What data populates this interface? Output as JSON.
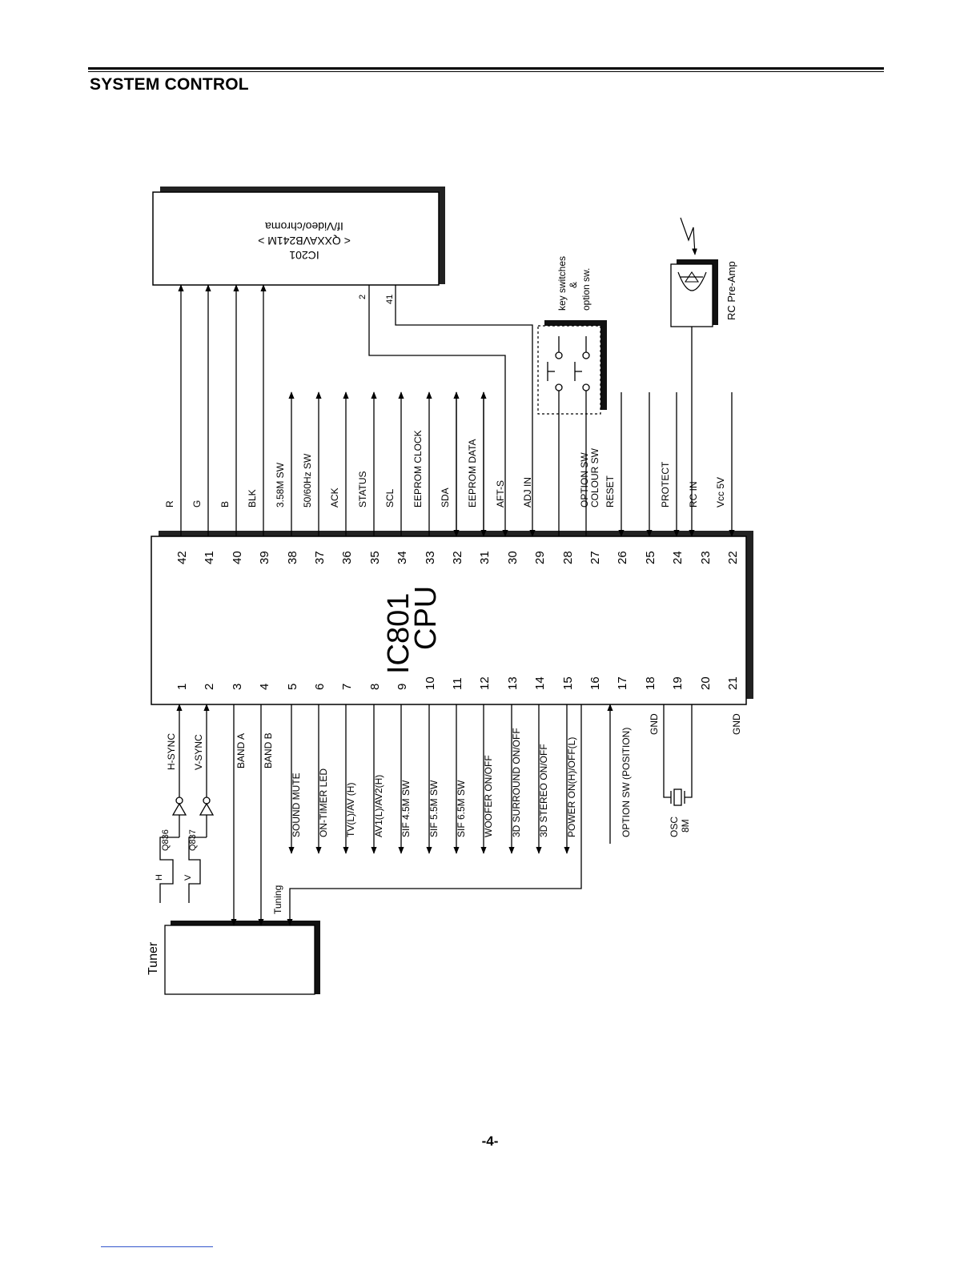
{
  "page": {
    "title": "SYSTEM CONTROL",
    "page_number": "-4-"
  },
  "cpu": {
    "name": "IC801",
    "function": "CPU",
    "pins_left": [
      {
        "num": "42",
        "label": "R",
        "dir": "out"
      },
      {
        "num": "41",
        "label": "G",
        "dir": "out"
      },
      {
        "num": "40",
        "label": "B",
        "dir": "out"
      },
      {
        "num": "39",
        "label": "BLK",
        "dir": "out"
      },
      {
        "num": "38",
        "label": "3.58M SW",
        "dir": "out"
      },
      {
        "num": "37",
        "label": "50/60Hz SW",
        "dir": "out"
      },
      {
        "num": "36",
        "label": "ACK",
        "dir": "out"
      },
      {
        "num": "35",
        "label": "STATUS",
        "dir": "out"
      },
      {
        "num": "34",
        "label": "SCL",
        "dir": "out"
      },
      {
        "num": "33",
        "label": "EEPROM CLOCK",
        "dir": "out"
      },
      {
        "num": "32",
        "label": "SDA",
        "dir": "bi"
      },
      {
        "num": "31",
        "label": "EEPROM DATA",
        "dir": "bi"
      },
      {
        "num": "30",
        "label": "AFT-S",
        "dir": "in"
      },
      {
        "num": "29",
        "label": "ADJ IN",
        "dir": "in"
      },
      {
        "num": "28",
        "label": "",
        "dir": "in"
      },
      {
        "num": "27",
        "label": "OPTION SW COLOUR SW",
        "dir": "in"
      },
      {
        "num": "26",
        "label": "RESET",
        "dir": "in"
      },
      {
        "num": "25",
        "label": "",
        "dir": "in"
      },
      {
        "num": "24",
        "label": "PROTECT",
        "dir": "in"
      },
      {
        "num": "23",
        "label": "RC IN",
        "dir": "in"
      },
      {
        "num": "22",
        "label": "Vcc 5V",
        "dir": "in"
      }
    ],
    "pins_right": [
      {
        "num": "1",
        "label": "H-SYNC",
        "dir": "in"
      },
      {
        "num": "2",
        "label": "V-SYNC",
        "dir": "in"
      },
      {
        "num": "3",
        "label": "BAND A",
        "dir": "out"
      },
      {
        "num": "4",
        "label": "BAND B",
        "dir": "out"
      },
      {
        "num": "5",
        "label": "SOUND MUTE",
        "dir": "out"
      },
      {
        "num": "6",
        "label": "ON-TIMER LED",
        "dir": "out"
      },
      {
        "num": "7",
        "label": "TV(L)/AV (H)",
        "dir": "out"
      },
      {
        "num": "8",
        "label": "AV1(L)/AV2(H)",
        "dir": "out"
      },
      {
        "num": "9",
        "label": "SIF 4.5M SW",
        "dir": "out"
      },
      {
        "num": "10",
        "label": "SIF 5.5M SW",
        "dir": "out"
      },
      {
        "num": "11",
        "label": "SIF 6.5M SW",
        "dir": "out"
      },
      {
        "num": "12",
        "label": "WOOFER ON/OFF",
        "dir": "out"
      },
      {
        "num": "13",
        "label": "3D SURROUND ON/OFF",
        "dir": "out"
      },
      {
        "num": "14",
        "label": "3D STEREO ON/OFF",
        "dir": "out"
      },
      {
        "num": "15",
        "label": "POWER ON(H)/OFF(L)",
        "dir": "out"
      },
      {
        "num": "16",
        "label": "",
        "dir": "out"
      },
      {
        "num": "17",
        "label": "OPTION SW (POSITION)",
        "dir": "in"
      },
      {
        "num": "18",
        "label": "GND",
        "dir": "none"
      },
      {
        "num": "19",
        "label": "",
        "dir": "none"
      },
      {
        "num": "20",
        "label": "",
        "dir": "none"
      },
      {
        "num": "21",
        "label": "GND",
        "dir": "none"
      }
    ]
  },
  "ic201": {
    "name": "IC201",
    "part": "< QXXAVB241M >",
    "function": "If/Video/chroma",
    "pin_2": "2",
    "pin_41": "41"
  },
  "key_switches": {
    "line1": "key switches",
    "line2": "&",
    "line3": "option sw."
  },
  "rc_preamp": {
    "label": "RC Pre-Amp"
  },
  "tuner": {
    "label": "Tuner",
    "tuning": "Tuning"
  },
  "transistors": {
    "q836": "Q836",
    "q837": "Q837",
    "h": "H",
    "v": "V"
  },
  "oscillator": {
    "line1": "OSC",
    "line2": "8M"
  },
  "colors": {
    "ink": "#000000",
    "paper": "#ffffff",
    "shadow": "#111111"
  }
}
